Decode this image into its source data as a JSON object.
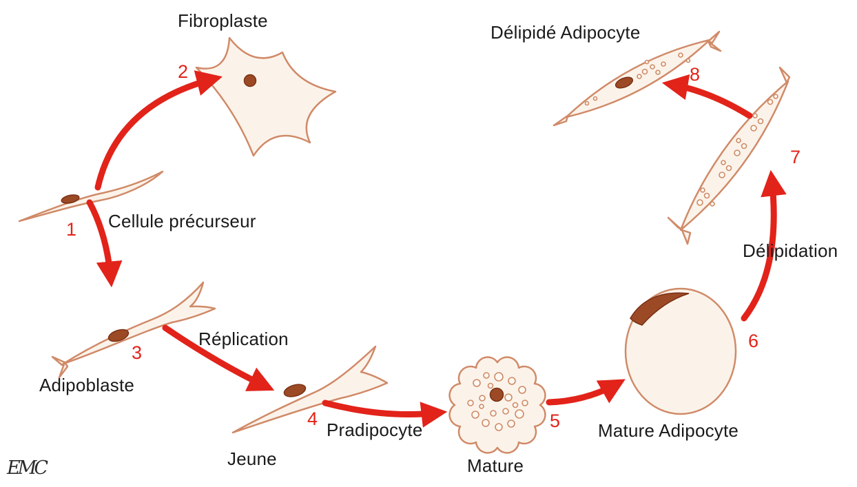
{
  "diagram": {
    "type": "cell-differentiation-cycle",
    "language": "French",
    "labels": {
      "fibroplaste": "Fibroplaste",
      "delipide_adipocyte": "Délipidé Adipocyte",
      "cellule_precurseur": "Cellule précurseur",
      "adipoblaste": "Adipoblaste",
      "replication": "Réplication",
      "jeune": "Jeune",
      "pradipocyte": "Pradipocyte",
      "mature": "Mature",
      "mature_adipocyte": "Mature Adipocyte",
      "delipidation": "Délipidation"
    },
    "steps": {
      "s1": "1",
      "s2": "2",
      "s3": "3",
      "s4": "4",
      "s5": "5",
      "s6": "6",
      "s7": "7",
      "s8": "8"
    },
    "logo": "EMC",
    "colors": {
      "arrow_red": "#e2231a",
      "cell_outline": "#d08a68",
      "cell_fill": "#fbf3ea",
      "nucleus_brown": "#9c4a26",
      "text": "#1a1a1a",
      "background": "#ffffff"
    }
  }
}
